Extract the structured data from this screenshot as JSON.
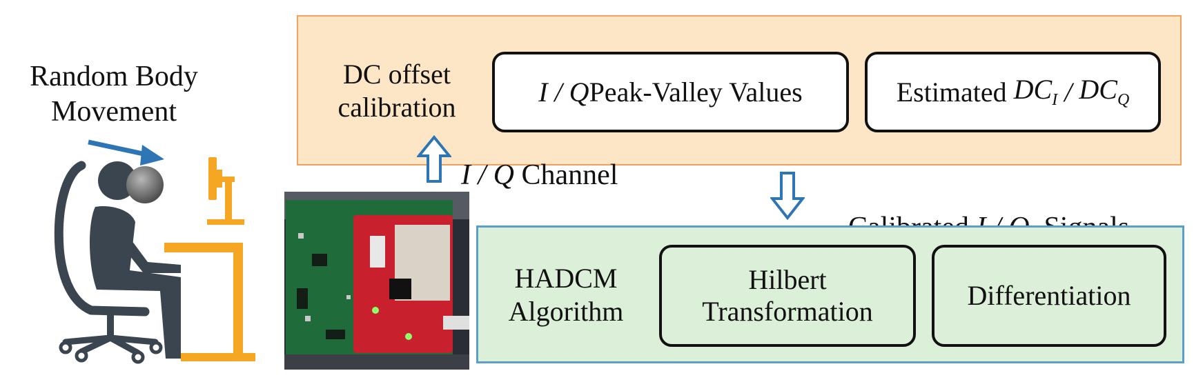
{
  "caption": {
    "line1": "Random Body",
    "line2": "Movement"
  },
  "top_panel": {
    "label_line1": "DC offset",
    "label_line2": "calibration",
    "box1": {
      "prefix": "I / Q",
      "text": " Peak-Valley Values"
    },
    "box2": {
      "text": "Estimated ",
      "dc": "DC",
      "sub_i": "I",
      "sep": " / ",
      "sub_q": "Q"
    }
  },
  "channel_label": {
    "italic": "I / Q",
    "text": " Channel"
  },
  "calibrated_label": {
    "text1": "Calibrated ",
    "italic": "I / Q",
    "text2": "  Signals"
  },
  "bottom_panel": {
    "label_line1": "HADCM",
    "label_line2": "Algorithm",
    "box1_line1": "Hilbert",
    "box1_line2": "Transformation",
    "box2": "Differentiation"
  },
  "colors": {
    "top_panel_fill": "#fde6c6",
    "top_panel_border": "#f2a25f",
    "bottom_panel_fill": "#dcefd9",
    "bottom_panel_border": "#5a9ec9",
    "arrow": "#2e75b6",
    "person": "#3b4550",
    "desk": "#f5a623",
    "pcb": "#1f6b3a",
    "radar_board": "#c8202d"
  },
  "icons": [
    "person-seated-icon",
    "head-turned-icon",
    "motion-arrow-icon",
    "desk-monitor-icon",
    "radar-board-photo"
  ]
}
